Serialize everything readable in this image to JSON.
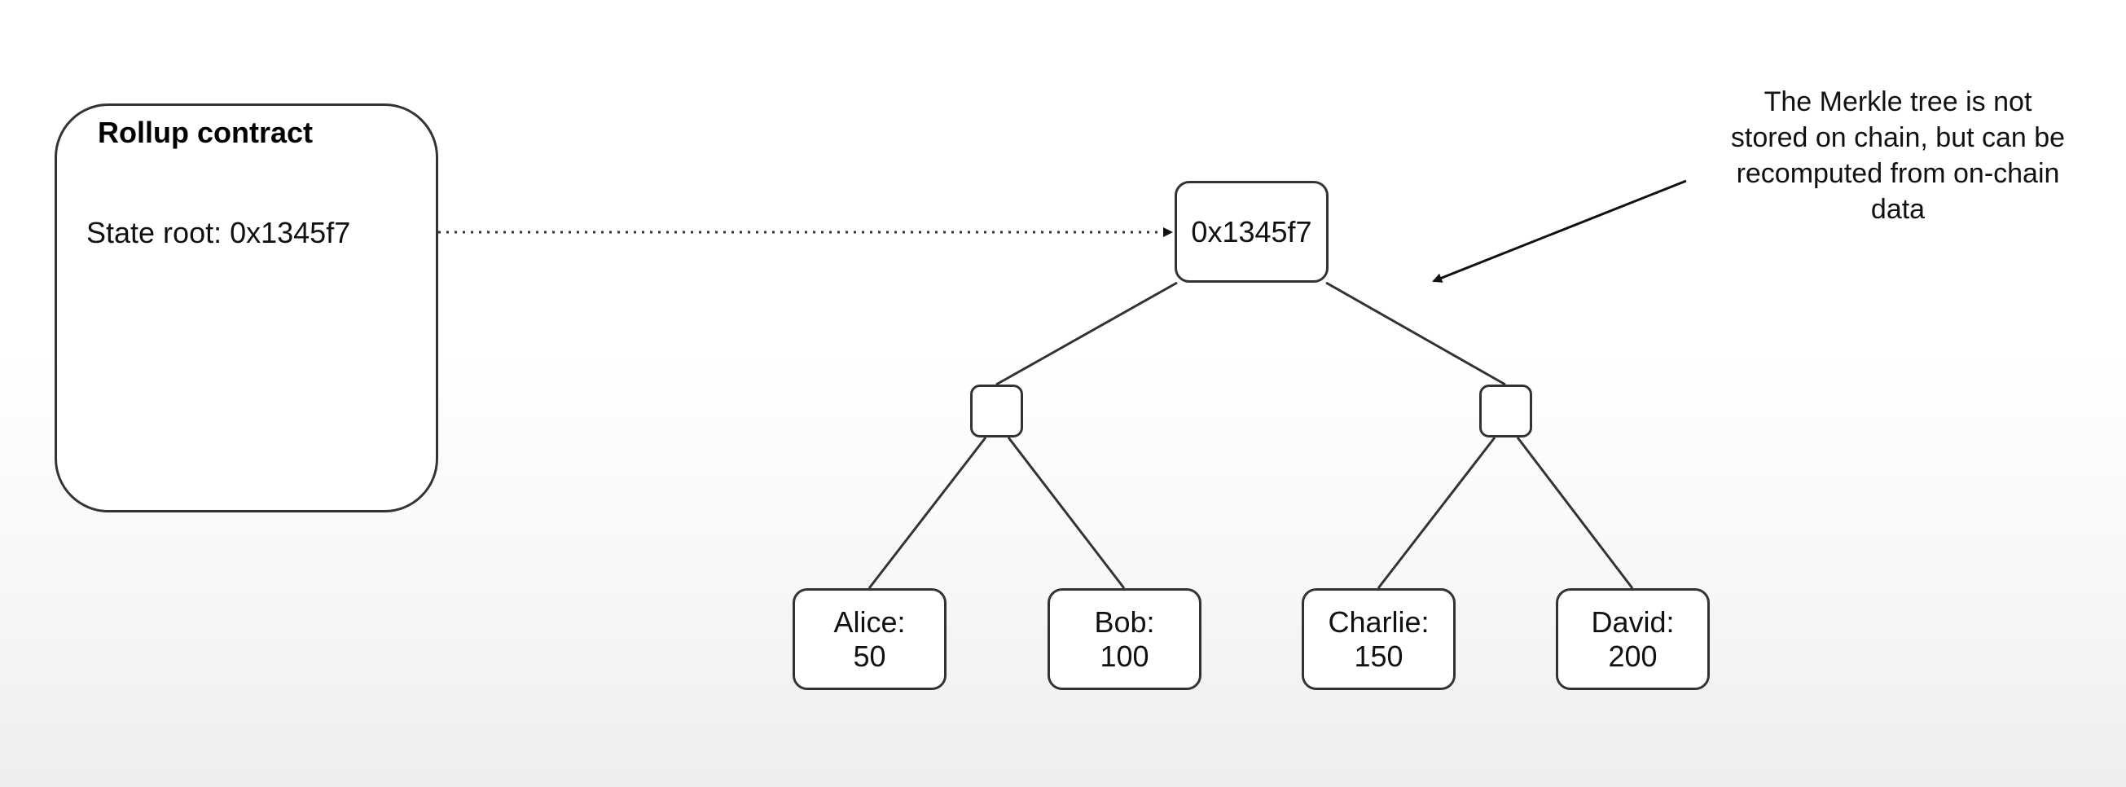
{
  "contract": {
    "title": "Rollup contract",
    "state_root_label": "State root: 0x1345f7"
  },
  "tree": {
    "root": {
      "hash": "0x1345f7"
    },
    "leaves": [
      {
        "name": "Alice:",
        "balance": "50"
      },
      {
        "name": "Bob:",
        "balance": "100"
      },
      {
        "name": "Charlie:",
        "balance": "150"
      },
      {
        "name": "David:",
        "balance": "200"
      }
    ]
  },
  "annotation": {
    "text": "The Merkle tree is not\nstored on chain, but can be\nrecomputed from on-chain\ndata"
  },
  "colors": {
    "stroke": "#333333",
    "text": "#111111",
    "background": "#ffffff"
  }
}
